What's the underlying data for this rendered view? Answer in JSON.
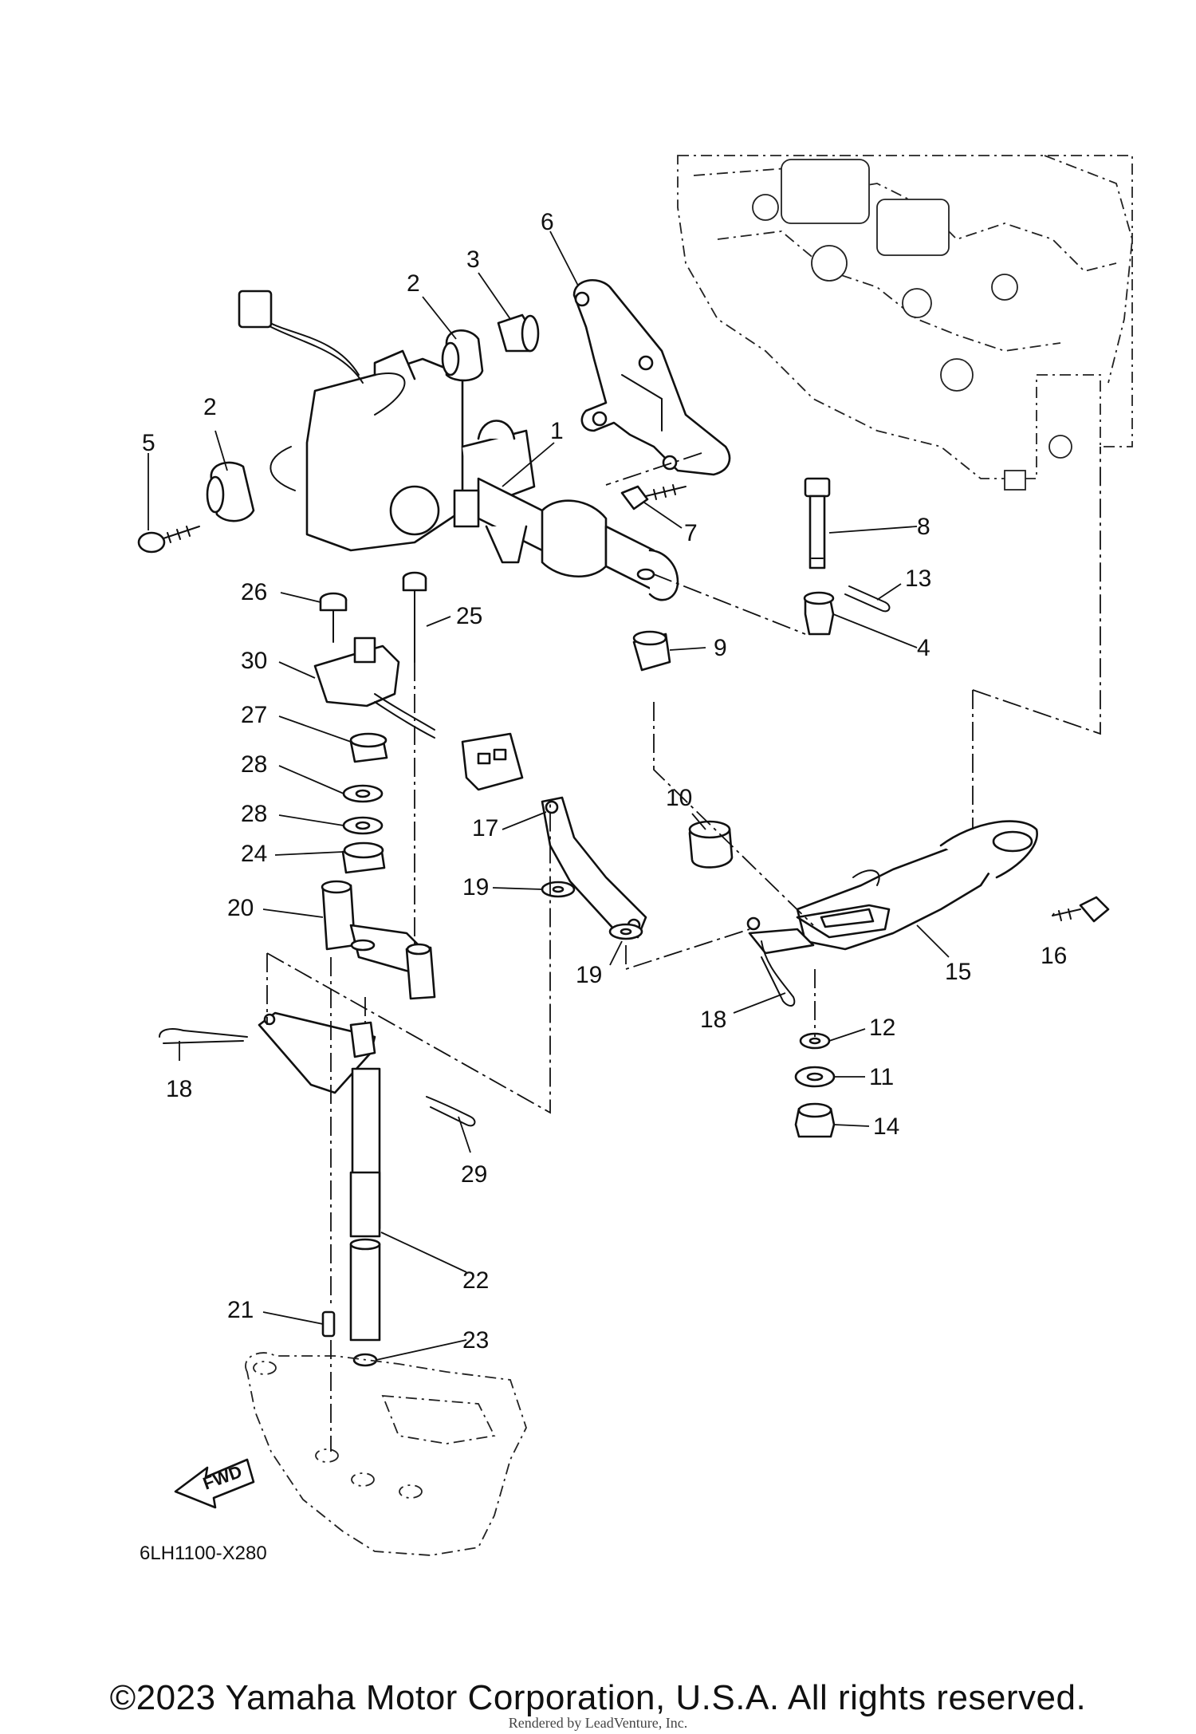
{
  "diagram": {
    "code": "6LH1100-X280",
    "fwd_label": "FWD",
    "callouts": [
      {
        "id": "c1",
        "text": "1"
      },
      {
        "id": "c2a",
        "text": "2"
      },
      {
        "id": "c2b",
        "text": "2"
      },
      {
        "id": "c3",
        "text": "3"
      },
      {
        "id": "c4",
        "text": "4"
      },
      {
        "id": "c5",
        "text": "5"
      },
      {
        "id": "c6",
        "text": "6"
      },
      {
        "id": "c7",
        "text": "7"
      },
      {
        "id": "c8",
        "text": "8"
      },
      {
        "id": "c9",
        "text": "9"
      },
      {
        "id": "c10",
        "text": "10"
      },
      {
        "id": "c11",
        "text": "11"
      },
      {
        "id": "c12",
        "text": "12"
      },
      {
        "id": "c13",
        "text": "13"
      },
      {
        "id": "c14",
        "text": "14"
      },
      {
        "id": "c15",
        "text": "15"
      },
      {
        "id": "c16",
        "text": "16"
      },
      {
        "id": "c17",
        "text": "17"
      },
      {
        "id": "c18a",
        "text": "18"
      },
      {
        "id": "c18b",
        "text": "18"
      },
      {
        "id": "c19a",
        "text": "19"
      },
      {
        "id": "c19b",
        "text": "19"
      },
      {
        "id": "c20",
        "text": "20"
      },
      {
        "id": "c21",
        "text": "21"
      },
      {
        "id": "c22",
        "text": "22"
      },
      {
        "id": "c23",
        "text": "23"
      },
      {
        "id": "c24",
        "text": "24"
      },
      {
        "id": "c25",
        "text": "25"
      },
      {
        "id": "c26",
        "text": "26"
      },
      {
        "id": "c27",
        "text": "27"
      },
      {
        "id": "c28a",
        "text": "28"
      },
      {
        "id": "c28b",
        "text": "28"
      },
      {
        "id": "c29",
        "text": "29"
      },
      {
        "id": "c30",
        "text": "30"
      }
    ]
  },
  "footer": {
    "copyright": "©2023 Yamaha Motor Corporation, U.S.A. All rights reserved.",
    "rendered_by": "Rendered by LeadVenture, Inc."
  }
}
